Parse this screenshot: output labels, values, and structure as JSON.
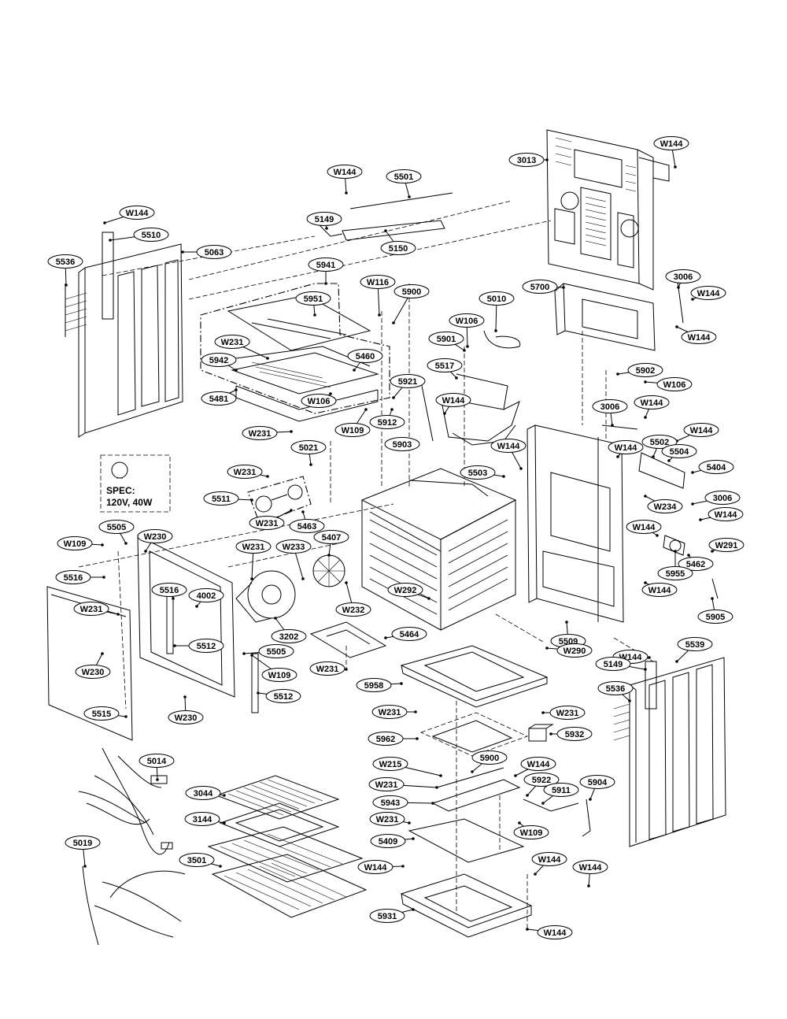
{
  "diagram": {
    "spec_box": {
      "line1": "SPEC:",
      "line2": "120V, 40W"
    },
    "callouts": [
      "W144",
      "3013",
      "W144",
      "5501",
      "W144",
      "5149",
      "5510",
      "5063",
      "5150",
      "5536",
      "5941",
      "W116",
      "5900",
      "5700",
      "3006",
      "W144",
      "5951",
      "5010",
      "W106",
      "W144",
      "W231",
      "5460",
      "5901",
      "5942",
      "5517",
      "5902",
      "5481",
      "W106",
      "5921",
      "W106",
      "W144",
      "5912",
      "W109",
      "3006",
      "W144",
      "W231",
      "5903",
      "W144",
      "5502",
      "W144",
      "5021",
      "5504",
      "W231",
      "5503",
      "5404",
      "W144",
      "5511",
      "W234",
      "3006",
      "W231",
      "5463",
      "W144",
      "W144",
      "5505",
      "W230",
      "5407",
      "W291",
      "W109",
      "W231",
      "W233",
      "5462",
      "5955",
      "5516",
      "4002",
      "W292",
      "W144",
      "5516",
      "W232",
      "5905",
      "W231",
      "3202",
      "5464",
      "5509",
      "5512",
      "5505",
      "W144",
      "W230",
      "W109",
      "W290",
      "5539",
      "W231",
      "5149",
      "5958",
      "5515",
      "5512",
      "5536",
      "W230",
      "W231",
      "W231",
      "5932",
      "5962",
      "5014",
      "5900",
      "W215",
      "W144",
      "W231",
      "5922",
      "5911",
      "5904",
      "3044",
      "3144",
      "5943",
      "W109",
      "W231",
      "5409",
      "5019",
      "W144",
      "3501",
      "W144",
      "W144",
      "5931",
      "W144"
    ]
  }
}
